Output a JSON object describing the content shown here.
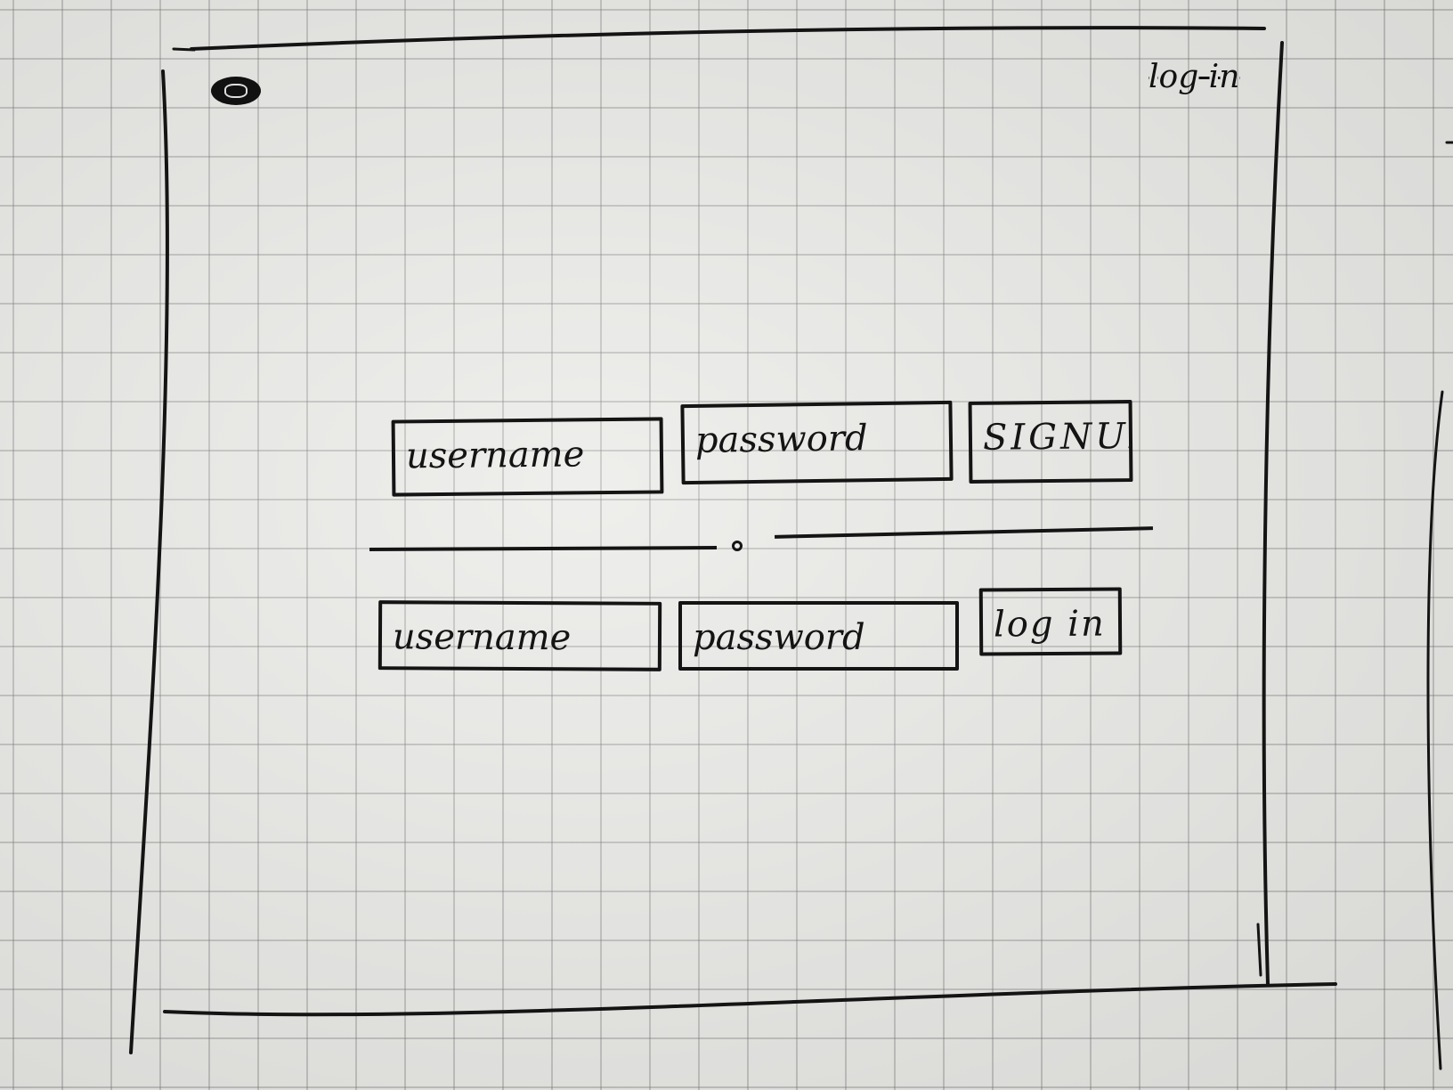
{
  "header": {
    "logo_icon": "logo-icon",
    "login_link": "log in"
  },
  "signup": {
    "username_placeholder": "username",
    "password_placeholder": "password",
    "submit_label": "SIGNUP"
  },
  "login": {
    "username_placeholder": "username",
    "password_placeholder": "password",
    "submit_label": "log in"
  },
  "colors": {
    "ink": "#141414",
    "paper": "#e9e9e6"
  }
}
